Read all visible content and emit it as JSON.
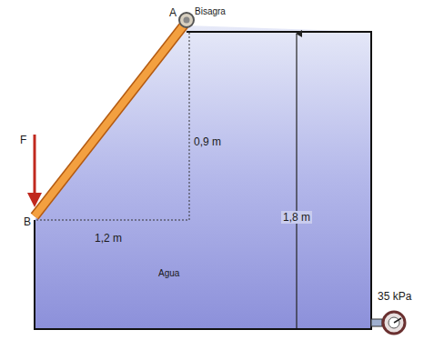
{
  "diagram": {
    "labels": [
      "A",
      "Bisagra",
      "F",
      "0,9 m",
      "B",
      "1,2 m",
      "1,8 m",
      "Agua",
      "35 kPa"
    ]
  }
}
